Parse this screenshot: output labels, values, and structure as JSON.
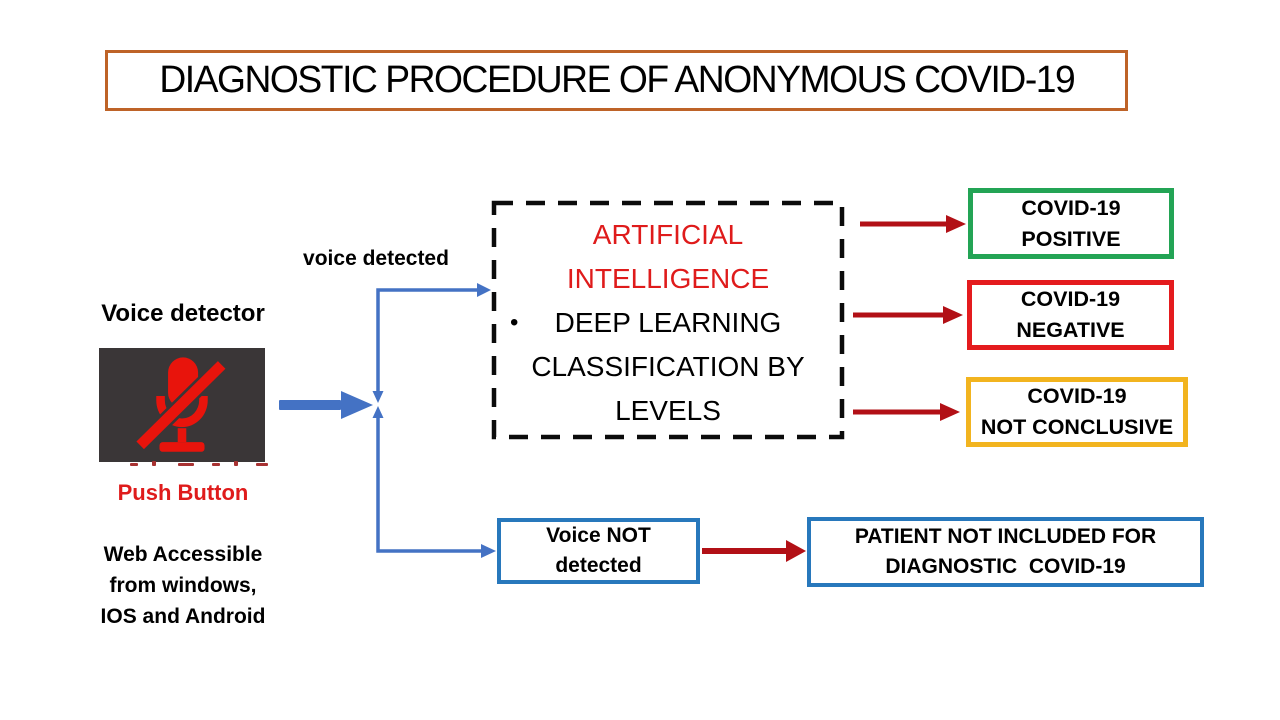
{
  "title": "DIAGNOSTIC PROCEDURE OF ANONYMOUS COVID-19",
  "colors": {
    "title_border": "#BE6328",
    "flow_blue": "#4472C4",
    "box_border_blue": "#2878BC",
    "arrow_dark_red": "#B21016",
    "accent_red_text": "#DF1B1B",
    "mic_red": "#E8140C",
    "mic_bg": "#3A3637",
    "outcome_positive_green": "#23A455",
    "outcome_negative_red": "#E41B1E",
    "outcome_inconclusive_yellow": "#F2B41F"
  },
  "detector": {
    "label": "Voice detector",
    "icon": "muted-microphone-icon",
    "push_button_label": "Push Button",
    "access_note": {
      "line1": "Web Accessible",
      "line2": "from windows,",
      "line3": "IOS and Android"
    }
  },
  "flow": {
    "voice_detected_label": "voice detected",
    "ai_box": {
      "title_line1": "ARTIFICIAL",
      "title_line2": "INTELLIGENCE",
      "bullet": "•",
      "body_line1": "DEEP LEARNING",
      "body_line2": "CLASSIFICATION BY",
      "body_line3": "LEVELS"
    },
    "voice_not_detected": {
      "line1": "Voice NOT",
      "line2": "detected"
    },
    "patient_excluded": {
      "line1": "PATIENT NOT INCLUDED FOR",
      "line2": "DIAGNOSTIC  COVID-19"
    }
  },
  "outcomes": {
    "positive": {
      "line1": "COVID-19",
      "line2": "POSITIVE"
    },
    "negative": {
      "line1": "COVID-19",
      "line2": "NEGATIVE"
    },
    "not_conclusive": {
      "line1": "COVID-19",
      "line2": "NOT CONCLUSIVE"
    }
  }
}
